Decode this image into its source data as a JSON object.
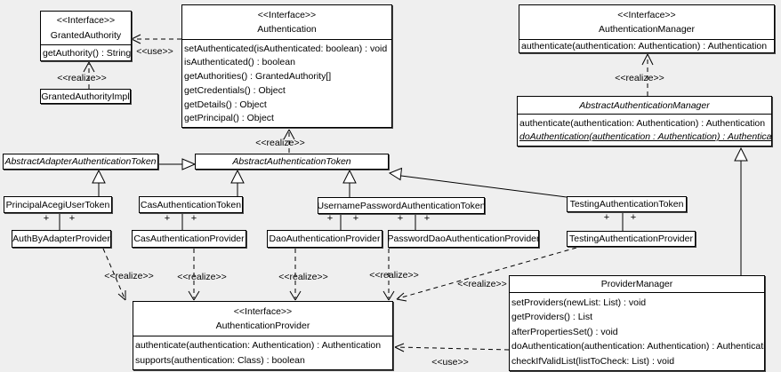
{
  "colors": {
    "background": "#efefef",
    "box_fill": "#ffffff",
    "line": "#000000"
  },
  "labels": {
    "interface_stereotype": "<<Interface>>",
    "use": "<<use>>",
    "realize": "<<realize>>",
    "plus": "+"
  },
  "classes": {
    "granted_authority": {
      "stereotype": "<<Interface>>",
      "name": "GrantedAuthority",
      "methods": [
        "getAuthority() : String"
      ]
    },
    "granted_authority_impl": {
      "name": "GrantedAuthorityImpl"
    },
    "authentication": {
      "stereotype": "<<Interface>>",
      "name": "Authentication",
      "methods": [
        "setAuthenticated(isAuthenticated: boolean) : void",
        "isAuthenticated() : boolean",
        "getAuthorities() : GrantedAuthority[]",
        "getCredentials() : Object",
        "getDetails() : Object",
        "getPrincipal() : Object"
      ]
    },
    "authentication_manager": {
      "stereotype": "<<Interface>>",
      "name": "AuthenticationManager",
      "methods": [
        "authenticate(authentication: Authentication) : Authentication"
      ]
    },
    "abstract_authentication_manager": {
      "name": "AbstractAuthenticationManager",
      "methods": [
        "authenticate(authentication: Authentication) : Authentication",
        "doAuthentication(authentication : Authentication) : Authentication"
      ]
    },
    "abstract_adapter_authentication_token": {
      "name": "AbstractAdapterAuthenticationToken"
    },
    "abstract_authentication_token": {
      "name": "AbstractAuthenticationToken"
    },
    "principal_acegi_user_token": {
      "name": "PrincipalAcegiUserToken"
    },
    "cas_authentication_token": {
      "name": "CasAuthenticationToken"
    },
    "username_password_authentication_token": {
      "name": "UsernamePasswordAuthenticationToken"
    },
    "testing_authentication_token": {
      "name": "TestingAuthenticationToken"
    },
    "auth_by_adapter_provider": {
      "name": "AuthByAdapterProvider"
    },
    "cas_authentication_provider": {
      "name": "CasAuthenticationProvider"
    },
    "dao_authentication_provider": {
      "name": "DaoAuthenticationProvider"
    },
    "password_dao_authentication_provider": {
      "name": "PasswordDaoAuthenticationProvider"
    },
    "testing_authentication_provider": {
      "name": "TestingAuthenticationProvider"
    },
    "authentication_provider": {
      "stereotype": "<<Interface>>",
      "name": "AuthenticationProvider",
      "methods": [
        "authenticate(authentication: Authentication) : Authentication",
        "supports(authentication: Class) : boolean"
      ]
    },
    "provider_manager": {
      "name": "ProviderManager",
      "methods": [
        "setProviders(newList: List) : void",
        "getProviders() : List",
        "afterPropertiesSet() : void",
        "doAuthentication(authentication: Authentication) : Authentication",
        "checkIfValidList(listToCheck: List) : void"
      ]
    }
  }
}
